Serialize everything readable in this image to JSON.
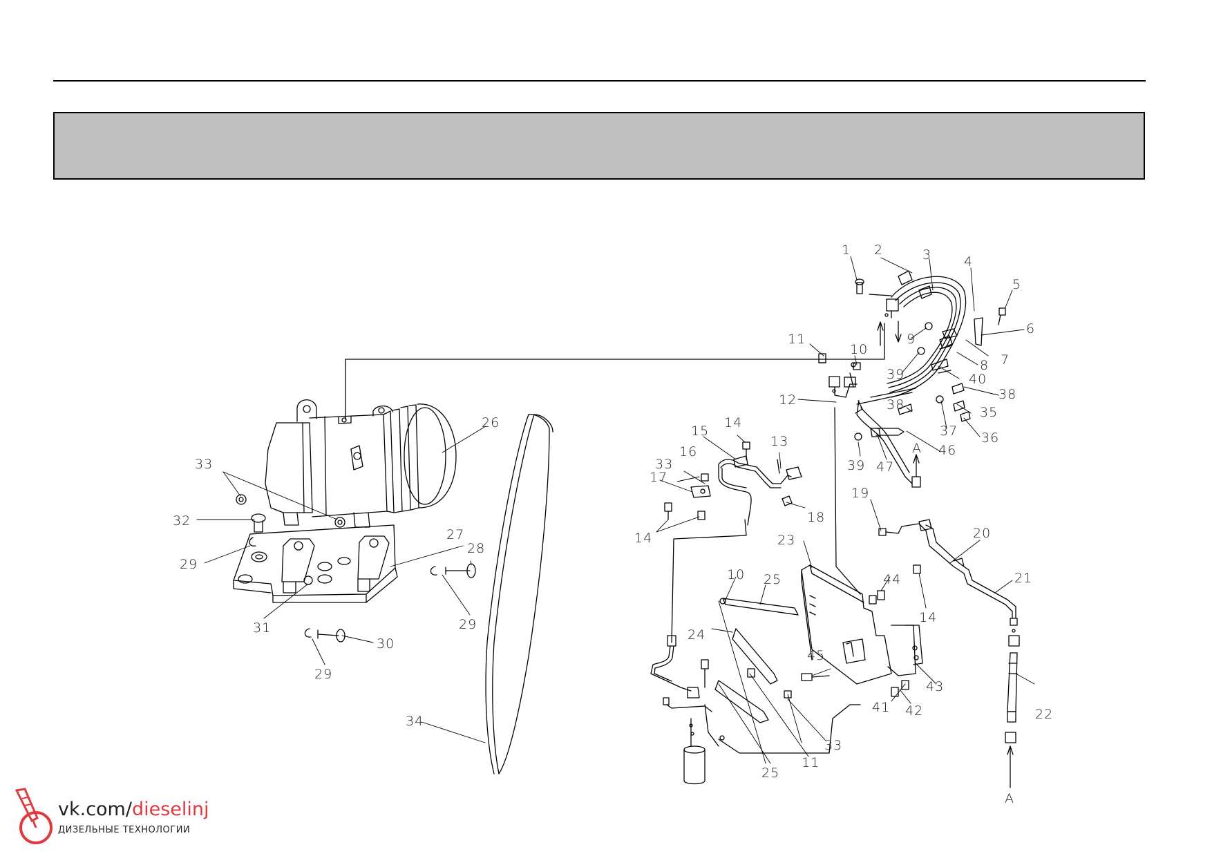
{
  "colors": {
    "band": "#c0c0c0",
    "line": "#000000",
    "accent": "#e0393e"
  },
  "callouts": [
    "1",
    "2",
    "3",
    "4",
    "5",
    "6",
    "7",
    "8",
    "9",
    "10",
    "11",
    "12",
    "13",
    "14",
    "15",
    "16",
    "17",
    "18",
    "19",
    "20",
    "21",
    "22",
    "23",
    "24",
    "25",
    "26",
    "27",
    "28",
    "29",
    "30",
    "31",
    "32",
    "33",
    "34",
    "35",
    "36",
    "37",
    "38",
    "39",
    "40",
    "41",
    "42",
    "43",
    "44",
    "45",
    "46",
    "47"
  ],
  "view_marker": "A",
  "watermark": {
    "prefix": "vk.com/",
    "name": "dieselinj",
    "subtitle": "ДИЗЕЛЬНЫЕ ТЕХНОЛОГИИ",
    "icon": "injector-logo-icon"
  }
}
